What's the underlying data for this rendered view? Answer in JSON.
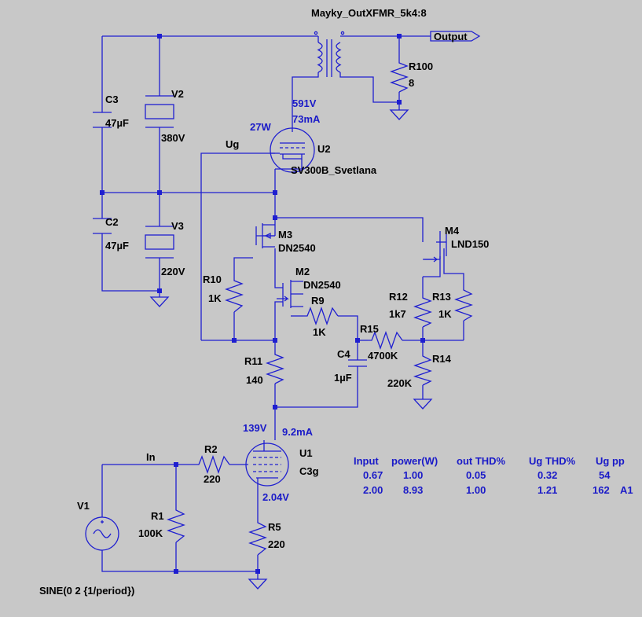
{
  "transformer": {
    "name": "Mayky_OutXFMR_5k4:8"
  },
  "ports": {
    "output": "Output"
  },
  "nets": {
    "ug": "Ug",
    "in": "In"
  },
  "components": {
    "c3": {
      "ref": "C3",
      "value": "47µF"
    },
    "v2": {
      "ref": "V2",
      "value": "380V"
    },
    "c2": {
      "ref": "C2",
      "value": "47µF"
    },
    "v3": {
      "ref": "V3",
      "value": "220V"
    },
    "r100": {
      "ref": "R100",
      "value": "8"
    },
    "u2": {
      "ref": "U2",
      "model": "SV300B_Svetlana"
    },
    "m3": {
      "ref": "M3",
      "model": "DN2540"
    },
    "m2": {
      "ref": "M2",
      "model": "DN2540"
    },
    "m4": {
      "ref": "M4",
      "model": "LND150"
    },
    "r10": {
      "ref": "R10",
      "value": "1K"
    },
    "r9": {
      "ref": "R9",
      "value": "1K"
    },
    "r12": {
      "ref": "R12",
      "value": "1k7"
    },
    "r13": {
      "ref": "R13",
      "value": "1K"
    },
    "r15": {
      "ref": "R15",
      "value": "4700K"
    },
    "r14": {
      "ref": "R14",
      "value": "220K"
    },
    "c4": {
      "ref": "C4",
      "value": "1µF"
    },
    "r11": {
      "ref": "R11",
      "value": "140"
    },
    "u1": {
      "ref": "U1",
      "model": "C3g"
    },
    "r2": {
      "ref": "R2",
      "value": "220"
    },
    "r1": {
      "ref": "R1",
      "value": "100K"
    },
    "r5": {
      "ref": "R5",
      "value": "220"
    },
    "v1": {
      "ref": "V1",
      "value": "SINE(0 2 {1/period})"
    }
  },
  "readouts": {
    "u2_voltage": "591V",
    "u2_current": "73mA",
    "u2_power": "27W",
    "u1_plate_voltage": "139V",
    "u1_current": "9.2mA",
    "u1_cathode_voltage": "2.04V"
  },
  "results_table": {
    "headers": [
      "Input",
      "power(W)",
      "out THD%",
      "Ug THD%",
      "Ug pp"
    ],
    "rows": [
      [
        "0.67",
        "1.00",
        "0.05",
        "0.32",
        "54"
      ],
      [
        "2.00",
        "8.93",
        "1.00",
        "1.21",
        "162"
      ]
    ],
    "note": "A1"
  }
}
